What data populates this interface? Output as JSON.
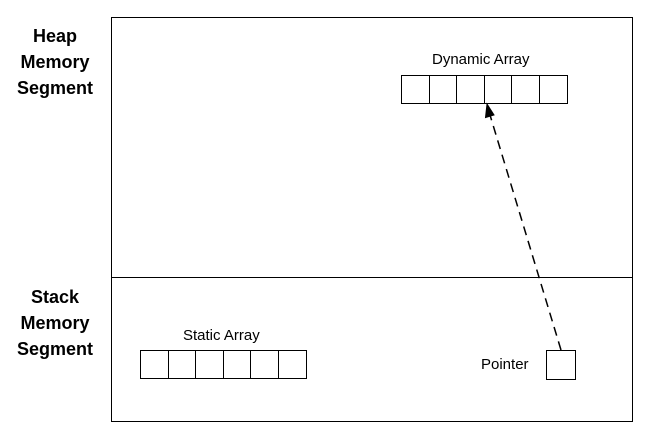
{
  "heap_segment": {
    "label_lines": [
      "Heap",
      "Memory",
      "Segment"
    ]
  },
  "stack_segment": {
    "label_lines": [
      "Stack",
      "Memory",
      "Segment"
    ]
  },
  "dynamic_array": {
    "label": "Dynamic Array",
    "cell_count": 6
  },
  "static_array": {
    "label": "Static Array",
    "cell_count": 6
  },
  "pointer": {
    "label": "Pointer"
  },
  "arrow": {
    "style": "dashed",
    "from": "pointer",
    "to": "dynamic_array"
  }
}
